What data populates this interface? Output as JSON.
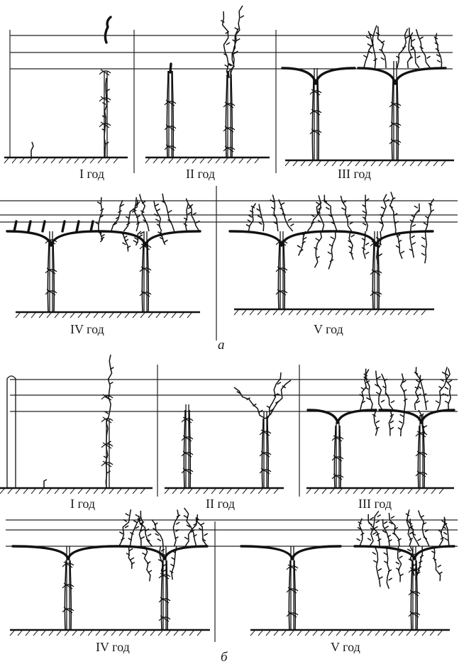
{
  "section_a": {
    "letter": "а",
    "panels": [
      {
        "label": "I год"
      },
      {
        "label": "II год"
      },
      {
        "label": "III год"
      },
      {
        "label": "IV год"
      },
      {
        "label": "V год"
      }
    ]
  },
  "section_b": {
    "letter": "б",
    "panels": [
      {
        "label": "I год"
      },
      {
        "label": "II год"
      },
      {
        "label": "III год"
      },
      {
        "label": "IV год"
      },
      {
        "label": "V год"
      }
    ]
  }
}
